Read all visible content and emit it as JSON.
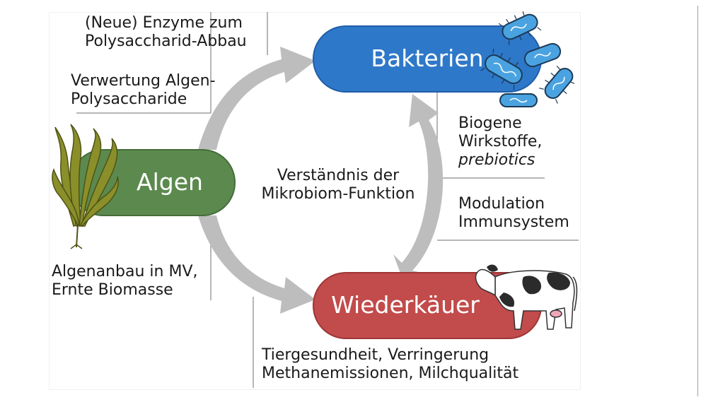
{
  "nodes": {
    "bakterien": {
      "label": "Bakterien",
      "color": "#2e78c9"
    },
    "algen": {
      "label": "Algen",
      "color": "#5c8a4e"
    },
    "wiederkauer": {
      "label": "Wiederkäuer",
      "color": "#c24b4b"
    }
  },
  "annotations": {
    "enzyme": {
      "line1": "(Neue) Enzyme zum",
      "line2": "Polysaccharid-Abbau"
    },
    "verwertung": {
      "line1": "Verwertung Algen-",
      "line2": "Polysaccharide"
    },
    "algenanbau": {
      "line1": "Algenanbau in MV,",
      "line2": "Ernte Biomasse"
    },
    "center": {
      "line1": "Verständnis der",
      "line2": "Mikrobiom-Funktion"
    },
    "biogene": {
      "line1": "Biogene",
      "line2": "Wirkstoffe,",
      "line3": "prebiotics"
    },
    "modulation": {
      "line1": "Modulation",
      "line2": "Immunsystem"
    },
    "tiergesundheit": {
      "line1": "Tiergesundheit, Verringerung",
      "line2": "Methanemissionen, Milchqualität"
    }
  },
  "icons": [
    "bacteria-icon",
    "seaweed-icon",
    "cow-icon"
  ],
  "colors": {
    "arrow": "#bdbdbd",
    "rule": "#9e9e9e",
    "bacteria_fill": "#4aa3e0",
    "seaweed": "#8a8f2a"
  }
}
